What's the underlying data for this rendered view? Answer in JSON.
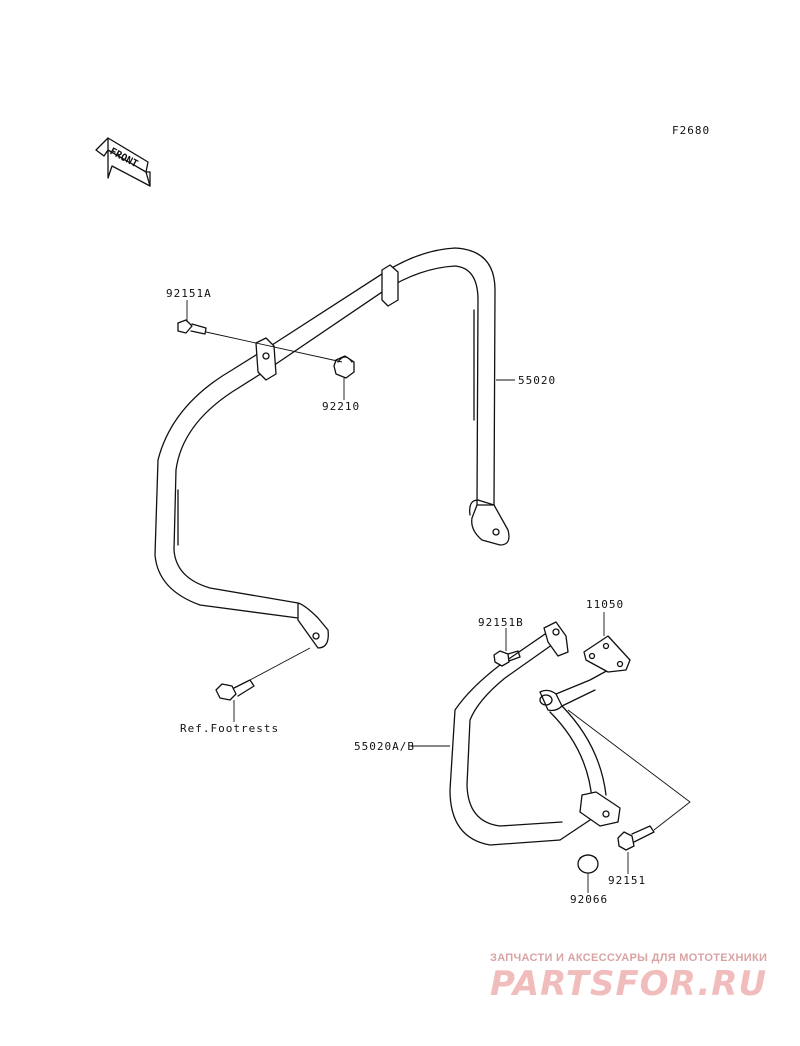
{
  "diagram_code": "F2680",
  "front_label": "FRONT",
  "parts": {
    "p92151A": "92151A",
    "p92210": "92210",
    "p55020": "55020",
    "pRef": "Ref.Footrests",
    "p92151B": "92151B",
    "p11050": "11050",
    "p55020AB": "55020A/B",
    "p92151": "92151",
    "p92066": "92066"
  },
  "watermark": {
    "subtitle": "ЗАПЧАСТИ И АКСЕССУАРЫ ДЛЯ МОТОТЕХНИКИ",
    "logo": "PARTSFOR.RU"
  }
}
